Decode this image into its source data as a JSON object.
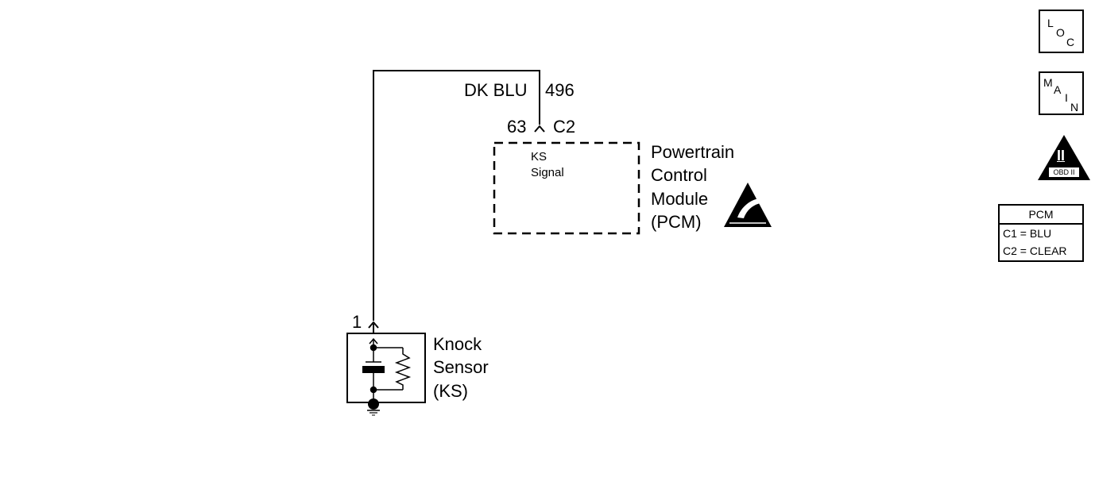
{
  "wire": {
    "color": "DK BLU",
    "circuit": "496"
  },
  "pcm_connector": {
    "pin": "63",
    "connector": "C2"
  },
  "pcm_circuit_label": "KS\nSignal",
  "pcm_module_name": "Powertrain\nControl\nModule\n(PCM)",
  "sensor_pin": "1",
  "sensor_name": "Knock\nSensor\n(KS)",
  "nav": {
    "loc": [
      "L",
      "O",
      "C"
    ],
    "main": [
      "M",
      "A",
      "I",
      "N"
    ],
    "obd_numeral": "II",
    "obd_label": "OBD II"
  },
  "pcm_legend": {
    "title": "PCM",
    "rows": [
      "C1 = BLU",
      "C2 = CLEAR"
    ]
  },
  "icons": {
    "esd": "esd-warning-icon",
    "ground": "ground-icon",
    "connector_terminal": "chevron-up-icon",
    "obd": "obd-ii-triangle-icon"
  }
}
